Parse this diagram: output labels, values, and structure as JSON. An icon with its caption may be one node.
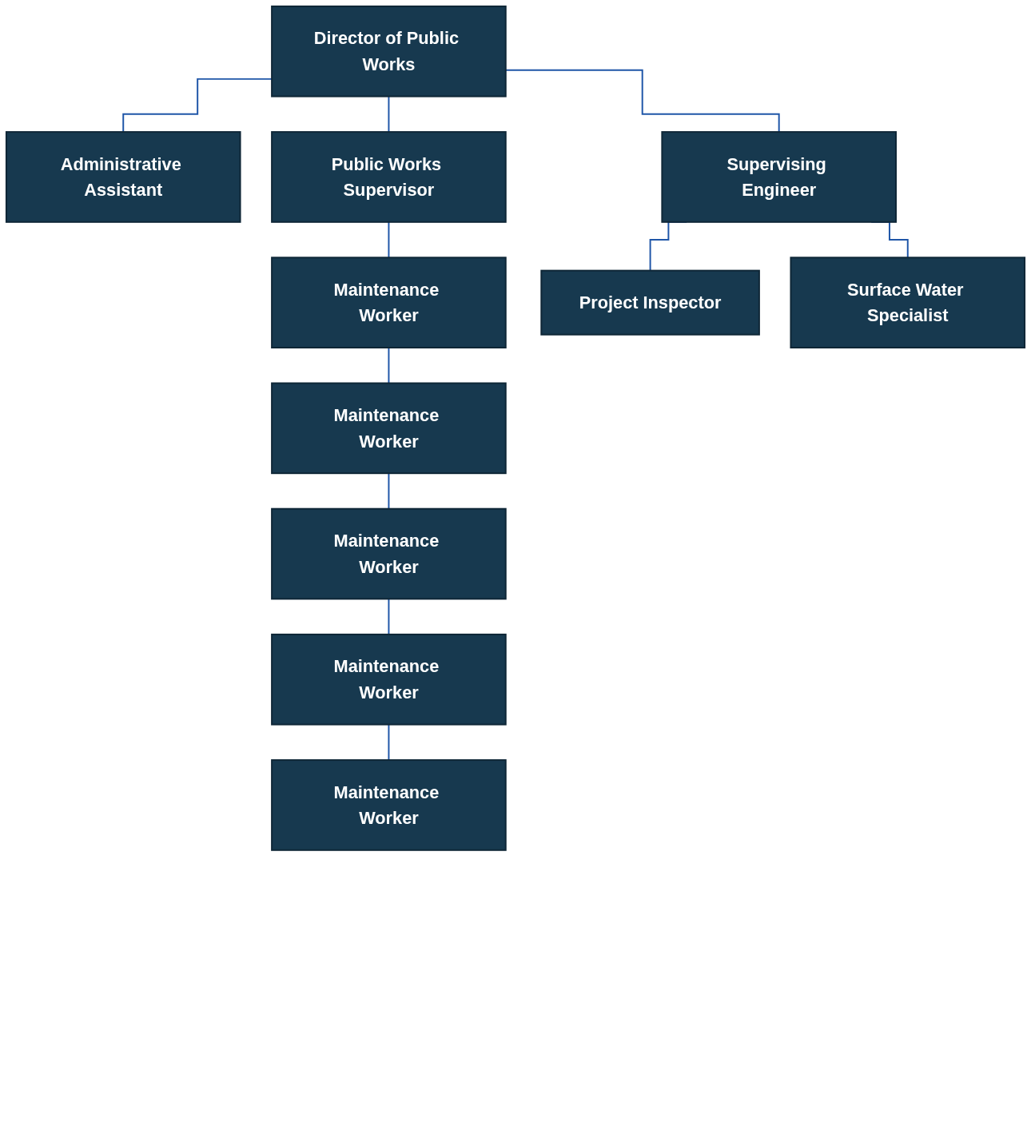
{
  "diagram": {
    "nodes": [
      {
        "text": [
          "Director of Public Works"
        ]
      },
      {
        "text": [
          "Administrative Assistant"
        ]
      },
      {
        "text": [
          "Public Works Supervisor"
        ]
      },
      {
        "text": [
          "Supervising Engineer"
        ]
      },
      {
        "text": [
          "Maintenance Worker"
        ]
      },
      {
        "text": [
          "Maintenance Worker"
        ]
      },
      {
        "text": [
          "Maintenance Worker"
        ]
      },
      {
        "text": [
          "Maintenance Worker"
        ]
      },
      {
        "text": [
          "Maintenance Worker"
        ]
      },
      {
        "text": [
          "Project Inspector"
        ]
      },
      {
        "text": [
          "Surface Water Specialist"
        ]
      }
    ],
    "edges": [
      {
        "from": 0,
        "to": 1,
        "arrow": "none"
      },
      {
        "from": 0,
        "to": 2,
        "arrow": "none"
      },
      {
        "from": 0,
        "to": 3,
        "arrow": "none"
      },
      {
        "from": 2,
        "to": 4,
        "arrow": "none"
      },
      {
        "from": 4,
        "to": 5,
        "arrow": "none"
      },
      {
        "from": 5,
        "to": 6,
        "arrow": "none"
      },
      {
        "from": 6,
        "to": 7,
        "arrow": "none"
      },
      {
        "from": 7,
        "to": 8,
        "arrow": "none"
      },
      {
        "from": 3,
        "to": 9,
        "arrow": "none"
      },
      {
        "from": 3,
        "to": 10,
        "arrow": "none"
      }
    ]
  }
}
